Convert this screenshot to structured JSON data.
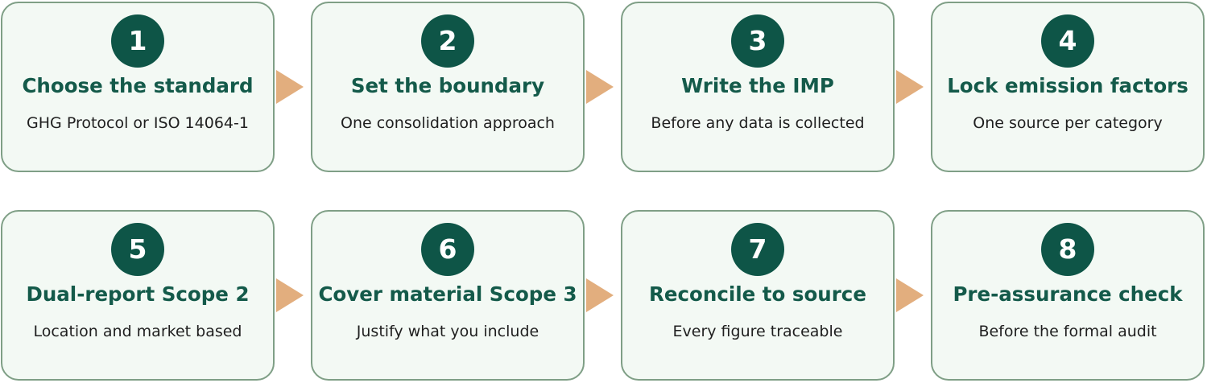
{
  "colors": {
    "card_bg": "#f3f9f4",
    "card_border": "#7f9f86",
    "badge_bg": "#0e5547",
    "title_text": "#145a4a",
    "arrow": "#e2ae7e"
  },
  "steps": [
    {
      "number": "1",
      "title": "Choose the standard",
      "desc": "GHG Protocol or ISO 14064-1"
    },
    {
      "number": "2",
      "title": "Set the boundary",
      "desc": "One consolidation approach"
    },
    {
      "number": "3",
      "title": "Write the IMP",
      "desc": "Before any data is collected"
    },
    {
      "number": "4",
      "title": "Lock emission factors",
      "desc": "One source per category"
    },
    {
      "number": "5",
      "title": "Dual-report Scope 2",
      "desc": "Location and market based"
    },
    {
      "number": "6",
      "title": "Cover material Scope 3",
      "desc": "Justify what you include"
    },
    {
      "number": "7",
      "title": "Reconcile to source",
      "desc": "Every figure traceable"
    },
    {
      "number": "8",
      "title": "Pre-assurance check",
      "desc": "Before the formal audit"
    }
  ]
}
